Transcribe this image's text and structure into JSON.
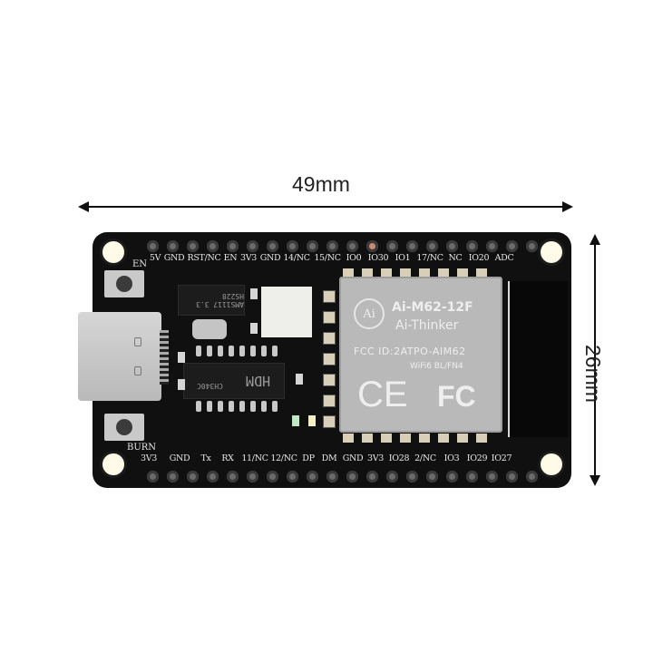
{
  "dimensions": {
    "width_label": "49mm",
    "height_label": "26mm"
  },
  "board": {
    "module": {
      "logo": "Ai",
      "model": "Ai-M62-12F",
      "brand": "Ai-Thinker",
      "fcc_id": "FCC ID:2ATPO-AIM62",
      "radio": "WiFi6  BL/FN4",
      "ce_mark": "CE",
      "fcc_mark": "FC"
    },
    "top_pins": [
      "5V",
      "GND",
      "RST/NC",
      "EN",
      "3V3",
      "GND",
      "14/NC",
      "15/NC",
      "IO0",
      "IO30",
      "IO1",
      "17/NC",
      "NC",
      "IO20",
      "ADC"
    ],
    "bottom_pins": [
      "3V3",
      "GND",
      "Tx",
      "RX",
      "11/NC",
      "12/NC",
      "DP",
      "DM",
      "GND",
      "3V3",
      "IO28",
      "2/NC",
      "IO3",
      "IO29",
      "IO27"
    ],
    "button_labels": {
      "top": "EN",
      "bottom": "BURN"
    },
    "chips": {
      "regulator": "AMS1117 3.3 HS228",
      "usb_uart": "CH340C",
      "usb_uart_mark": "HDM"
    }
  }
}
